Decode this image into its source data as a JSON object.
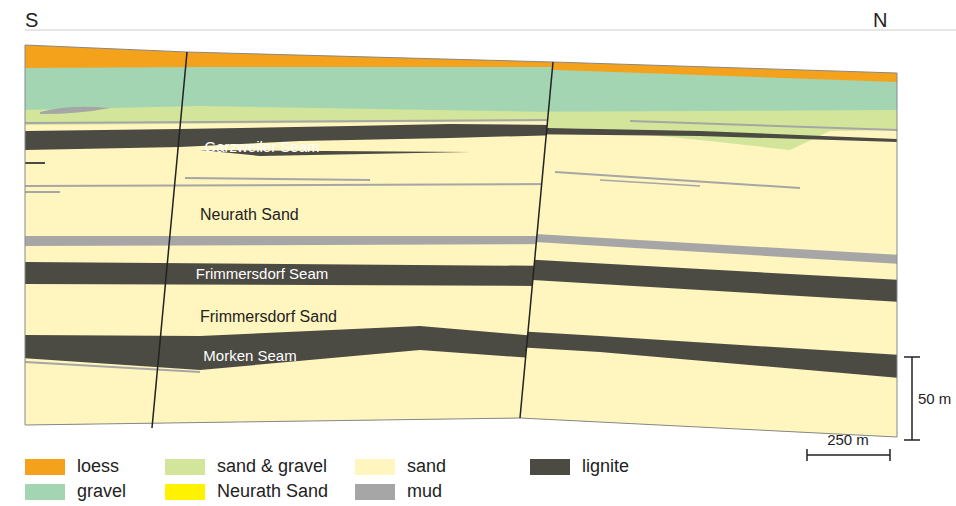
{
  "diagram": {
    "labels": [
      "S",
      "N",
      "Garzweiler Seam",
      "Neurath Sand",
      "Frimmersdorf Seam",
      "Frimmersdorf Sand",
      "Morken Seam",
      "50 m",
      "250 m"
    ],
    "legend": [
      {
        "text": "loess",
        "color": "#f4a21c"
      },
      {
        "text": "gravel",
        "color": "#a3d5b3"
      },
      {
        "text": "sand & gravel",
        "color": "#d3e59a"
      },
      {
        "text": "Neurath Sand",
        "color": "#fff200"
      },
      {
        "text": "sand",
        "color": "#fff5bf"
      },
      {
        "text": "mud",
        "color": "#a6a6a6"
      },
      {
        "text": "lignite",
        "color": "#4b4a43"
      }
    ]
  }
}
